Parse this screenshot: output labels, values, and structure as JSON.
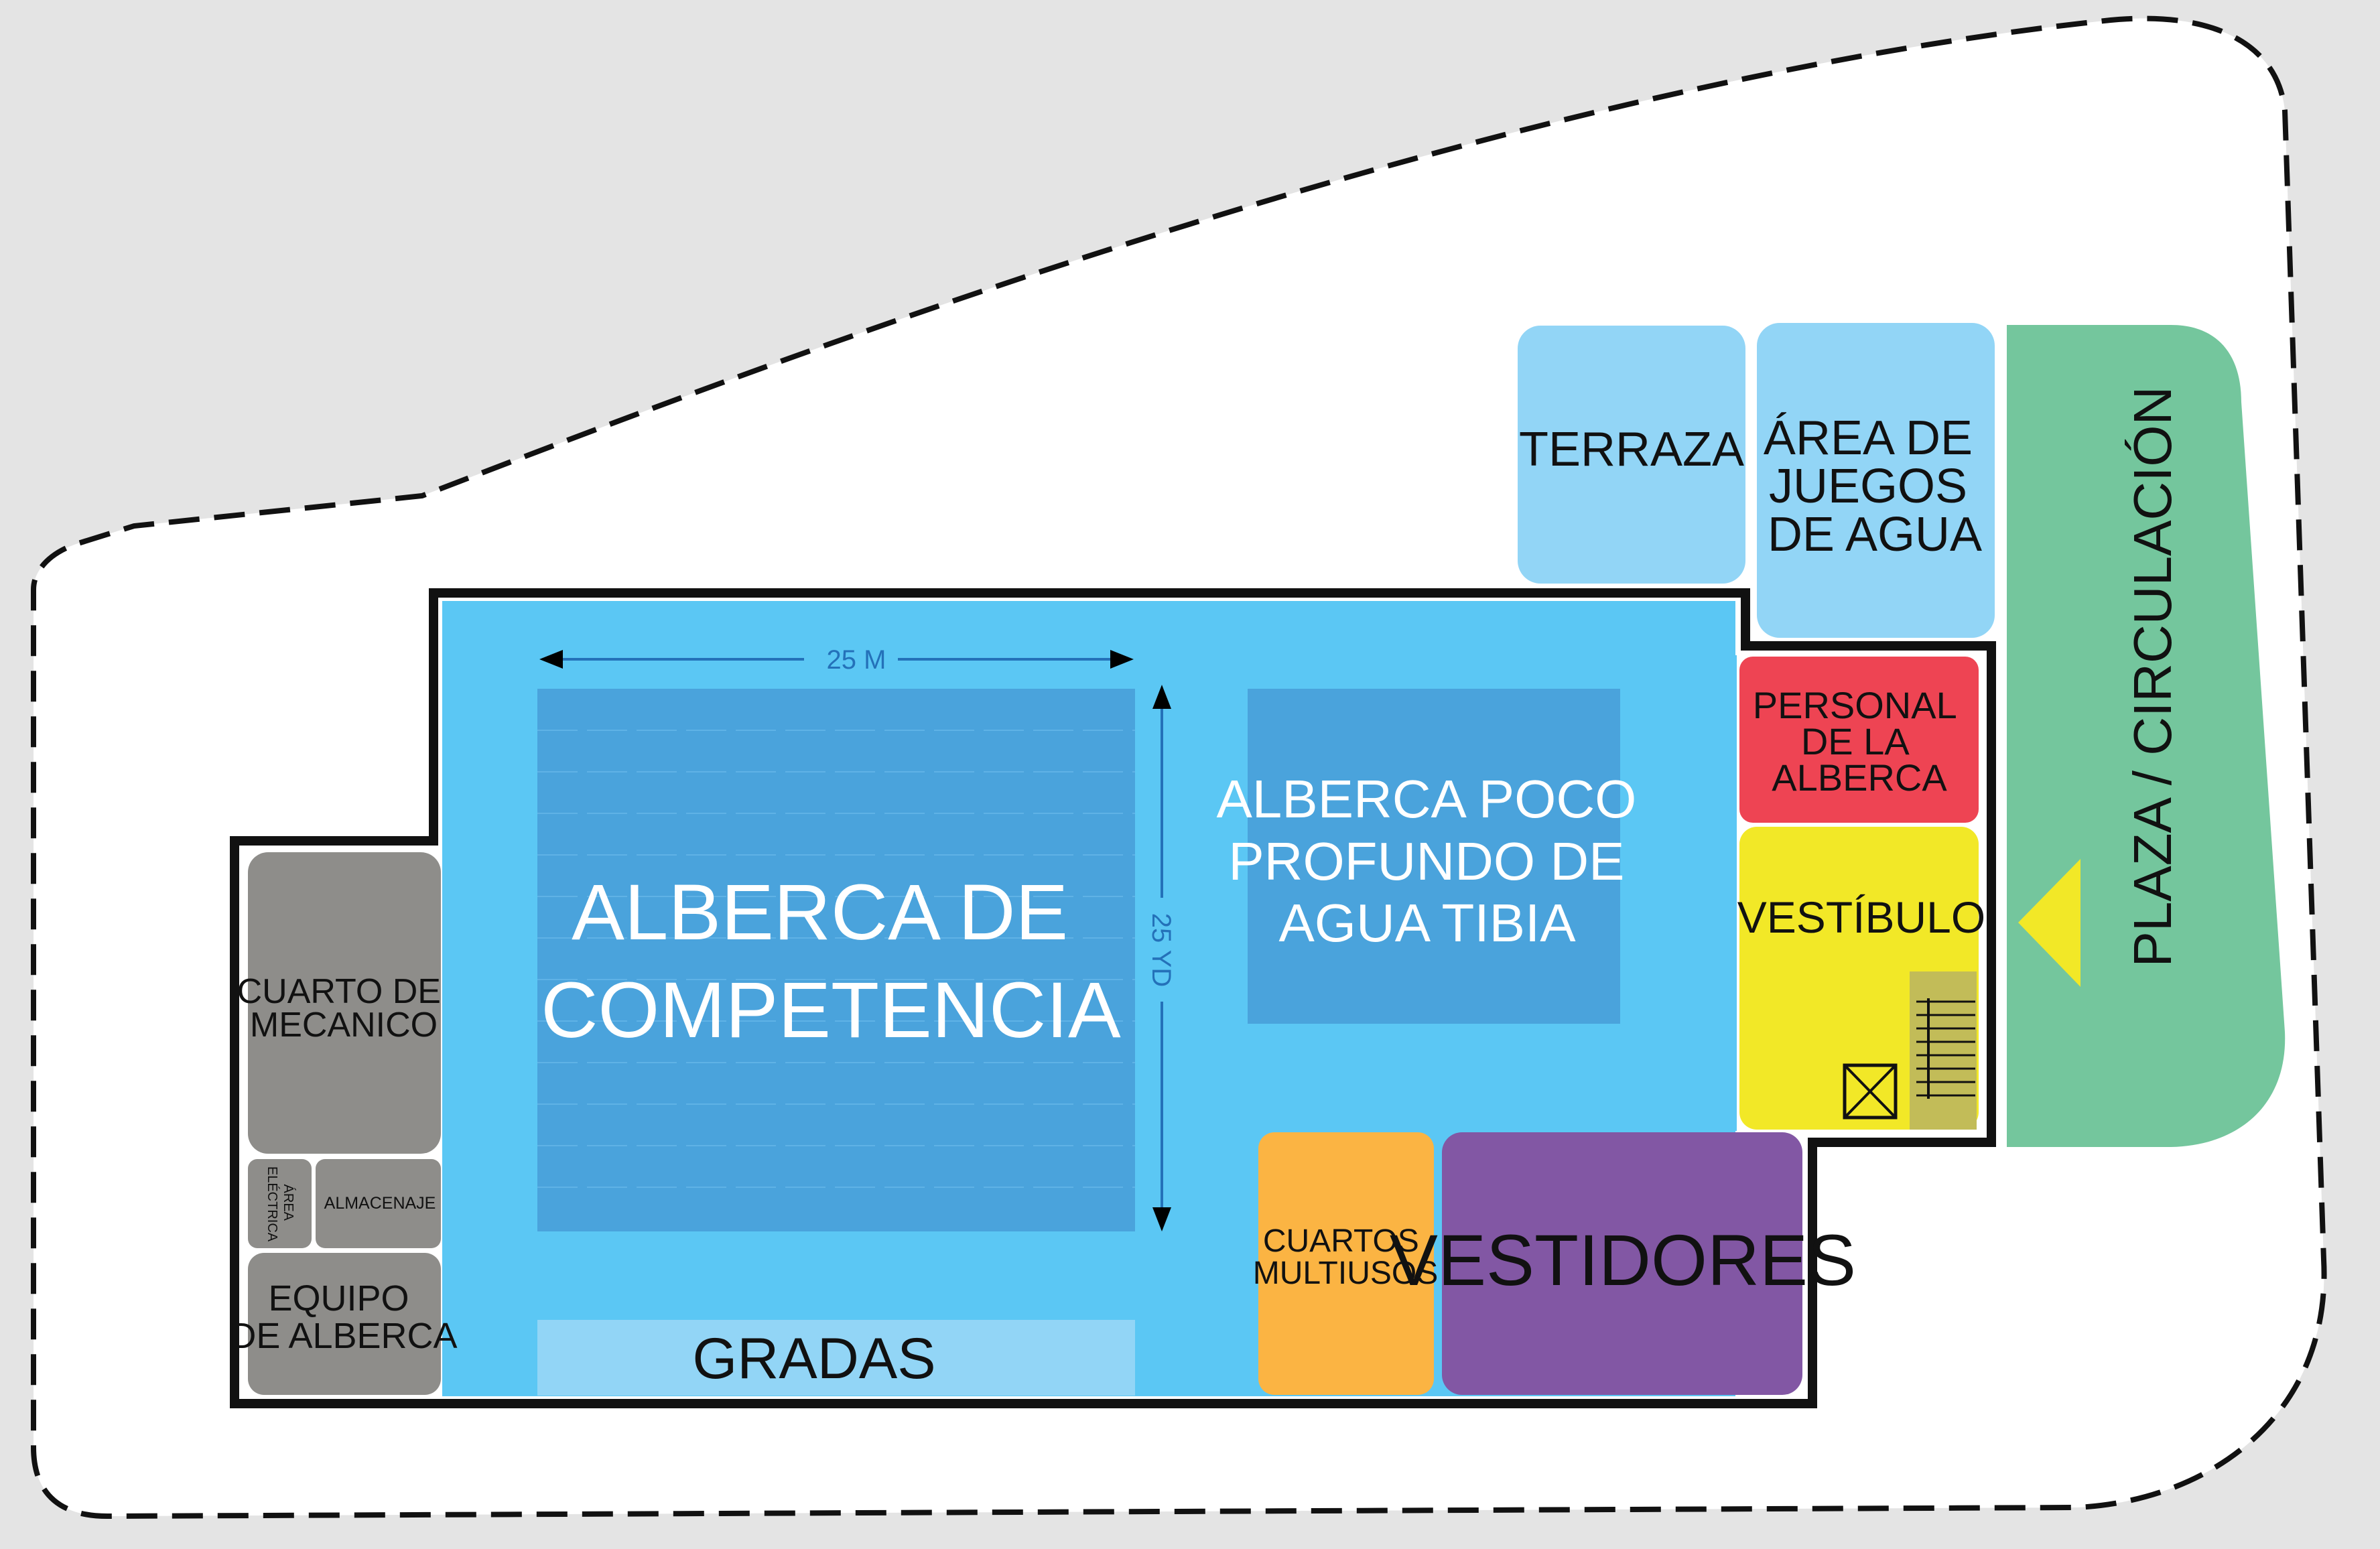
{
  "colors": {
    "background": "#e4e4e4",
    "site": "#ffffff",
    "outline": "#111111",
    "pool_area": "#5bc7f4",
    "pool_water": "#4aa3dc",
    "gradas": "#92d5f6",
    "terraza": "#92d5f6",
    "juegos": "#92d5f6",
    "plaza": "#74c69d",
    "personal": "#ee4453",
    "vestibulo": "#f2e827",
    "stairs": "#c2bc58",
    "multiusos": "#fbb443",
    "vestidores": "#8257a4",
    "service": "#8e8d8a",
    "dimension": "#2471b9",
    "text_dark": "#111111",
    "text_light": "#ffffff"
  },
  "icons": {
    "entrance": "triangle-left-icon",
    "stairs": "stairs-icon",
    "elevator": "elevator-icon"
  },
  "dimensions": {
    "width_label": "25 M",
    "length_label": "25 YD"
  },
  "rooms": {
    "competition_pool": [
      "ALBERCA DE",
      "COMPETENCIA"
    ],
    "warm_pool": [
      "ALBERCA POCO",
      "PROFUNDO DE",
      "AGUA TIBIA"
    ],
    "gradas": "GRADAS",
    "terraza": "TERRAZA",
    "water_games": [
      "ÁREA DE",
      "JUEGOS",
      "DE AGUA"
    ],
    "plaza": "PLAZA / CIRCULACIÓN",
    "staff": [
      "PERSONAL",
      "DE LA",
      "ALBERCA"
    ],
    "lobby": "VESTÍBULO",
    "multipurpose": [
      "CUARTOS",
      "MULTIUSOS"
    ],
    "locker_rooms": "VESTIDORES",
    "mechanical": [
      "CUARTO DE",
      "MECANICO"
    ],
    "electrical": [
      "ÁREA",
      "ELÉCTRICA"
    ],
    "storage": "ALMACENAJE",
    "pool_equipment": [
      "EQUIPO",
      "DE ALBERCA"
    ]
  }
}
